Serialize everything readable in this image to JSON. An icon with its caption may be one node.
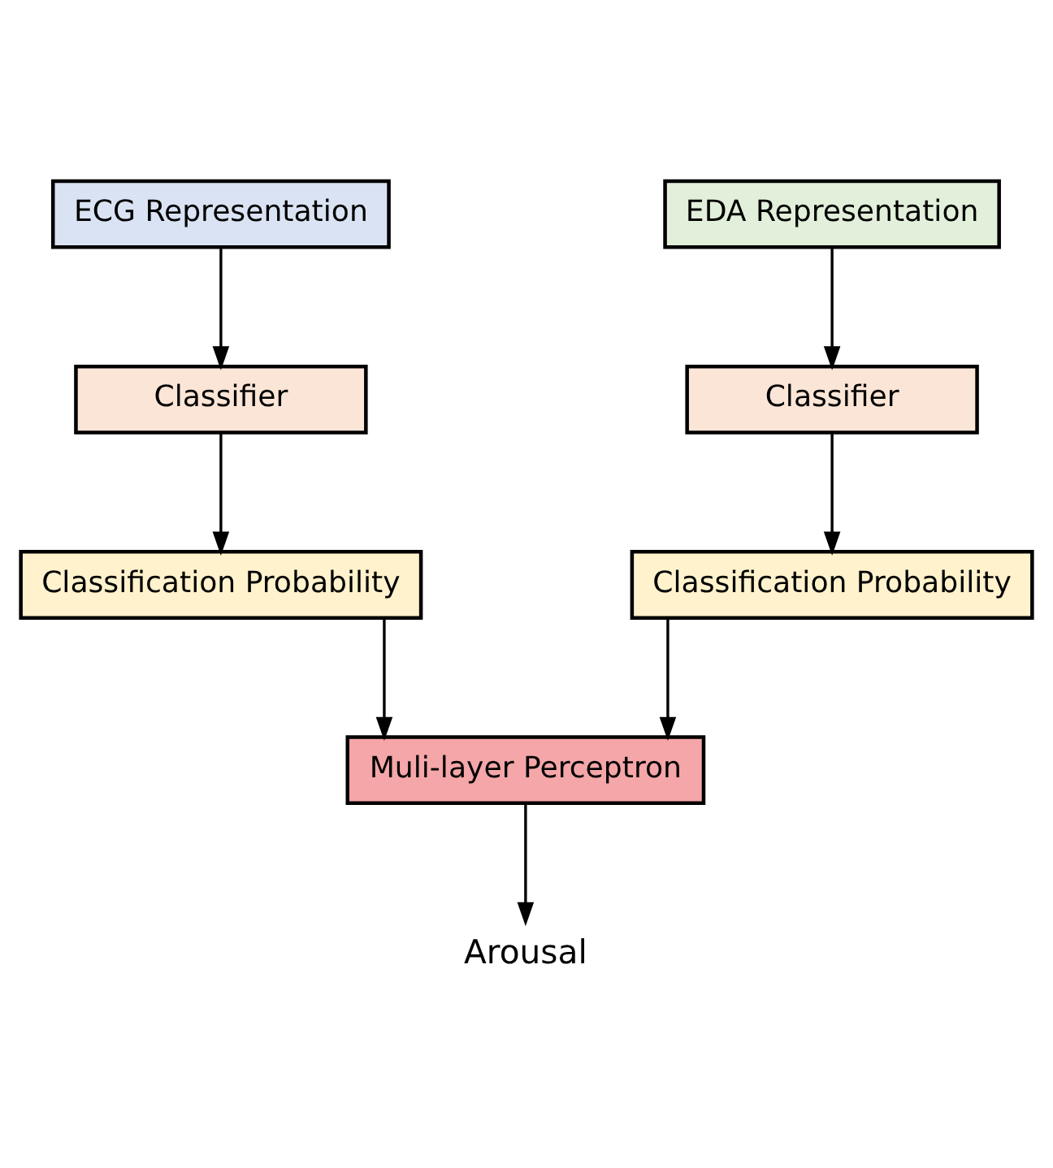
{
  "diagram": {
    "nodes": [
      {
        "text": [
          "ECG Representation"
        ]
      },
      {
        "text": [
          "EDA Representation"
        ]
      },
      {
        "text": [
          "Classifier"
        ]
      },
      {
        "text": [
          "Classifier"
        ]
      },
      {
        "text": [
          "Classification Probability"
        ]
      },
      {
        "text": [
          "Classification Probability"
        ]
      },
      {
        "text": [
          "Muli-layer Perceptron"
        ]
      },
      {
        "text": [
          "Arousal"
        ]
      }
    ],
    "edges": [
      {
        "from": 0,
        "to": 2,
        "arrow": "to"
      },
      {
        "from": 2,
        "to": 4,
        "arrow": "to"
      },
      {
        "from": 1,
        "to": 3,
        "arrow": "to"
      },
      {
        "from": 3,
        "to": 5,
        "arrow": "to"
      },
      {
        "from": 4,
        "to": 6,
        "arrow": "to"
      },
      {
        "from": 5,
        "to": 6,
        "arrow": "to"
      },
      {
        "from": 6,
        "to": 7,
        "arrow": "to"
      }
    ]
  }
}
